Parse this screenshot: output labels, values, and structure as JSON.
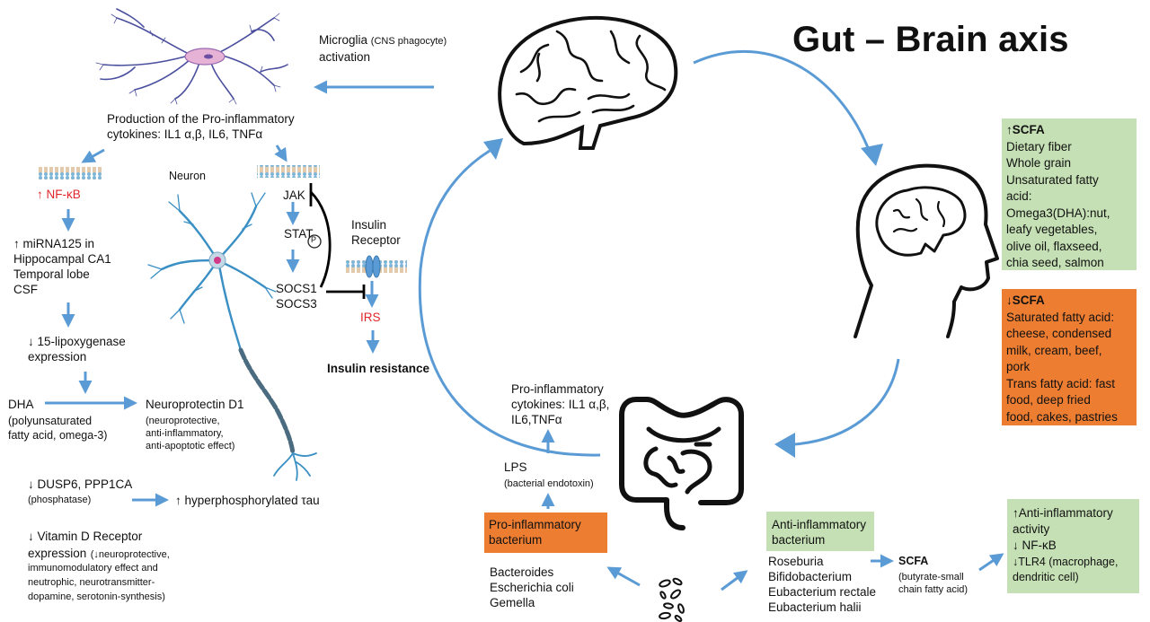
{
  "title": "Gut – Brain axis",
  "colors": {
    "arrow_blue": "#5b9bd5",
    "green_box": "#c5e0b4",
    "orange_box": "#ed7d31",
    "red_text": "#e0262b",
    "inhibit_line": "#000000"
  },
  "icons": {
    "microglia": "microglia-cell-icon",
    "neuron": "neuron-cell-icon",
    "brain": "brain-outline-icon",
    "head": "head-profile-brain-icon",
    "intestine": "intestine-icon",
    "bacteria": "bacteria-cluster-icon",
    "membrane": "cell-membrane-icon",
    "receptor": "insulin-receptor-icon",
    "phosphate": "phosphate-circle-icon"
  },
  "microglia": {
    "label_main": "Microglia",
    "label_paren": "(CNS phagocyte)",
    "label_tail": "activation"
  },
  "cytokine_production": {
    "line1": "Production of the Pro-inflammatory",
    "line2": "cytokines: IL1 α,β, IL6,  TNFα"
  },
  "neuron_label": "Neuron",
  "left_pathway": {
    "nfkb": "↑ NF-κB",
    "mirna_lines": [
      "↑ miRNA125 in",
      "Hippocampal CA1",
      "Temporal lobe",
      "CSF"
    ],
    "lipoxygenase_lines": [
      "↓ 15-lipoxygenase",
      "expression"
    ],
    "dha": "DHA",
    "dha_sub": [
      "(polyunsaturated",
      "fatty acid, omega-3)"
    ],
    "npd1": "Neuroprotectin D1",
    "npd1_sub": [
      "(neuroprotective,",
      "anti-inflammatory,",
      "anti-apoptotic  effect)"
    ],
    "dusp": "↓ DUSP6, PPP1CA",
    "dusp_sub": "(phosphatase)",
    "tau": "↑ hyperphosphorylated τau",
    "vdr": "↓ Vitamin D Receptor",
    "vdr_expr": "expression",
    "vdr_sub_first": "(↓neuroprotective,",
    "vdr_sub": [
      "immunomodulatory  effect and",
      "neutrophic,  neurotransmitter-",
      "dopamine,  serotonin-synthesis)"
    ]
  },
  "jak_pathway": {
    "jak": "JAK",
    "stat": "STAT",
    "phosphate": "P",
    "socs1": "SOCS1",
    "socs3": "SOCS3"
  },
  "insulin": {
    "receptor_lines": [
      "Insulin",
      "Receptor"
    ],
    "irs": "IRS",
    "resistance": "Insulin resistance"
  },
  "gut_cytokines": [
    "Pro-inflammatory",
    "cytokines: IL1 α,β,",
    "IL6,TNFα"
  ],
  "lps": {
    "label": "LPS",
    "sub": "(bacterial  endotoxin)"
  },
  "pro_inflammatory_box": {
    "lines": [
      "Pro-inflammatory",
      "bacterium"
    ],
    "species": [
      "Bacteroides",
      "Escherichia coli",
      "Gemella"
    ]
  },
  "anti_inflammatory_box": {
    "lines": [
      "Anti-inflammatory",
      "bacterium"
    ],
    "species": [
      "Roseburia",
      "Bifidobacterium",
      "Eubacterium rectale",
      "Eubacterium halii"
    ]
  },
  "scfa_output": {
    "label": "SCFA",
    "sub": [
      "(butyrate-small",
      "chain fatty acid)"
    ]
  },
  "anti_effect_box": {
    "lines": [
      "↑Anti-inflammatory",
      "activity",
      "↓ NF-κB",
      "↓TLR4 (macrophage,",
      "dendritic  cell)"
    ]
  },
  "scfa_up_box": {
    "heading_arrow": "↑",
    "heading": "SCFA",
    "lines": [
      "Dietary fiber",
      "Whole grain",
      "Unsaturated fatty",
      "acid:",
      "Omega3(DHA):nut,",
      "leafy vegetables,",
      "olive oil, flaxseed,",
      "chia seed, salmon"
    ]
  },
  "scfa_down_box": {
    "heading_arrow": "↓",
    "heading": "SCFA",
    "lines": [
      "Saturated fatty acid:",
      "cheese, condensed",
      "milk, cream, beef,",
      "pork",
      "Trans fatty acid: fast",
      "food, deep fried",
      "food, cakes, pastries"
    ]
  }
}
